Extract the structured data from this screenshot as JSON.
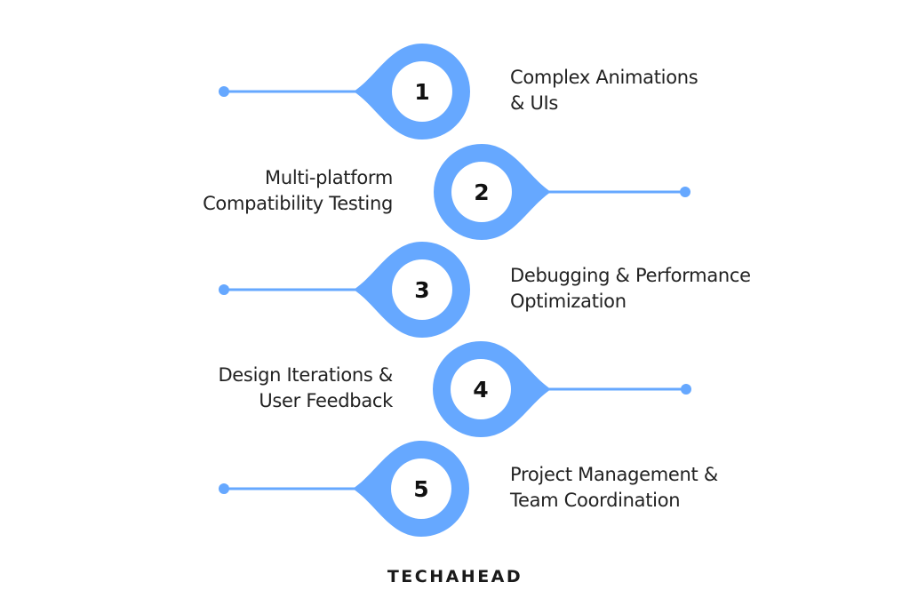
{
  "colors": {
    "accent": "#66A8FF",
    "text": "#222222",
    "number": "#111111",
    "background": "#ffffff"
  },
  "items": [
    {
      "number": "1",
      "line1": "Complex Animations",
      "line2": "& UIs",
      "side": "text-right"
    },
    {
      "number": "2",
      "line1": "Multi-platform",
      "line2": "Compatibility Testing",
      "side": "text-left"
    },
    {
      "number": "3",
      "line1": "Debugging & Performance",
      "line2": "Optimization",
      "side": "text-right"
    },
    {
      "number": "4",
      "line1": "Design Iterations &",
      "line2": "User Feedback",
      "side": "text-left"
    },
    {
      "number": "5",
      "line1": "Project Management &",
      "line2": "Team Coordination",
      "side": "text-right"
    }
  ],
  "icons": {
    "pin": "map-pin-teardrop-icon",
    "dot": "connector-dot-icon"
  },
  "logo": {
    "text": "TECHAHEAD"
  }
}
